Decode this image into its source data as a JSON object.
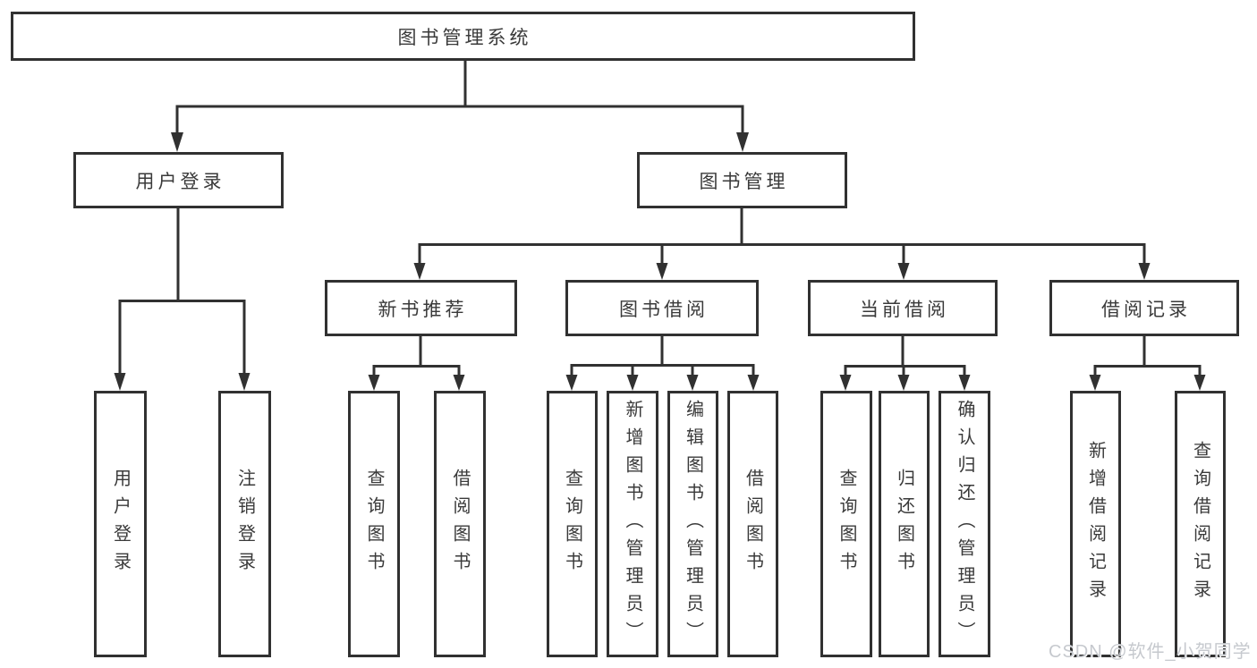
{
  "palette": {
    "line_color": "#313131",
    "box_fill": "#ffffff",
    "text_color": "#3a3a3a",
    "watermark_color": "#c6c9ce",
    "background": "#ffffff"
  },
  "watermark": {
    "text": "CSDN @软件_小贺同学"
  },
  "nodes": {
    "root": {
      "label": "图书管理系统"
    },
    "user_login": {
      "label": "用户登录"
    },
    "book_management": {
      "label": "图书管理"
    },
    "new_book_recommend": {
      "label": "新书推荐"
    },
    "book_borrowing": {
      "label": "图书借阅"
    },
    "current_borrowing": {
      "label": "当前借阅"
    },
    "borrowing_records": {
      "label": "借阅记录"
    },
    "user_login_leaf": {
      "label": "用户登录"
    },
    "logout_leaf": {
      "label": "注销登录"
    },
    "recommend_query_books": {
      "label": "查询图书"
    },
    "recommend_borrow_books": {
      "label": "借阅图书"
    },
    "borrowing_query_books": {
      "label": "查询图书"
    },
    "borrowing_add_books": {
      "label": "新增图书（管理员）"
    },
    "borrowing_edit_books": {
      "label": "编辑图书（管理员）"
    },
    "borrowing_borrow_books": {
      "label": "借阅图书"
    },
    "current_query_books": {
      "label": "查询图书"
    },
    "current_return_books": {
      "label": "归还图书"
    },
    "current_confirm_return": {
      "label": "确认归还（管理员）"
    },
    "records_add_record": {
      "label": "新增借阅记录"
    },
    "records_query_record": {
      "label": "查询借阅记录"
    }
  },
  "edges": [
    {
      "from": "root",
      "to": "user_login"
    },
    {
      "from": "root",
      "to": "book_management"
    },
    {
      "from": "user_login",
      "to": "user_login_leaf"
    },
    {
      "from": "user_login",
      "to": "logout_leaf"
    },
    {
      "from": "book_management",
      "to": "new_book_recommend"
    },
    {
      "from": "book_management",
      "to": "book_borrowing"
    },
    {
      "from": "book_management",
      "to": "current_borrowing"
    },
    {
      "from": "book_management",
      "to": "borrowing_records"
    },
    {
      "from": "new_book_recommend",
      "to": "recommend_query_books"
    },
    {
      "from": "new_book_recommend",
      "to": "recommend_borrow_books"
    },
    {
      "from": "book_borrowing",
      "to": "borrowing_query_books"
    },
    {
      "from": "book_borrowing",
      "to": "borrowing_add_books"
    },
    {
      "from": "book_borrowing",
      "to": "borrowing_edit_books"
    },
    {
      "from": "book_borrowing",
      "to": "borrowing_borrow_books"
    },
    {
      "from": "current_borrowing",
      "to": "current_query_books"
    },
    {
      "from": "current_borrowing",
      "to": "current_return_books"
    },
    {
      "from": "current_borrowing",
      "to": "current_confirm_return"
    },
    {
      "from": "borrowing_records",
      "to": "records_add_record"
    },
    {
      "from": "borrowing_records",
      "to": "records_query_record"
    }
  ]
}
